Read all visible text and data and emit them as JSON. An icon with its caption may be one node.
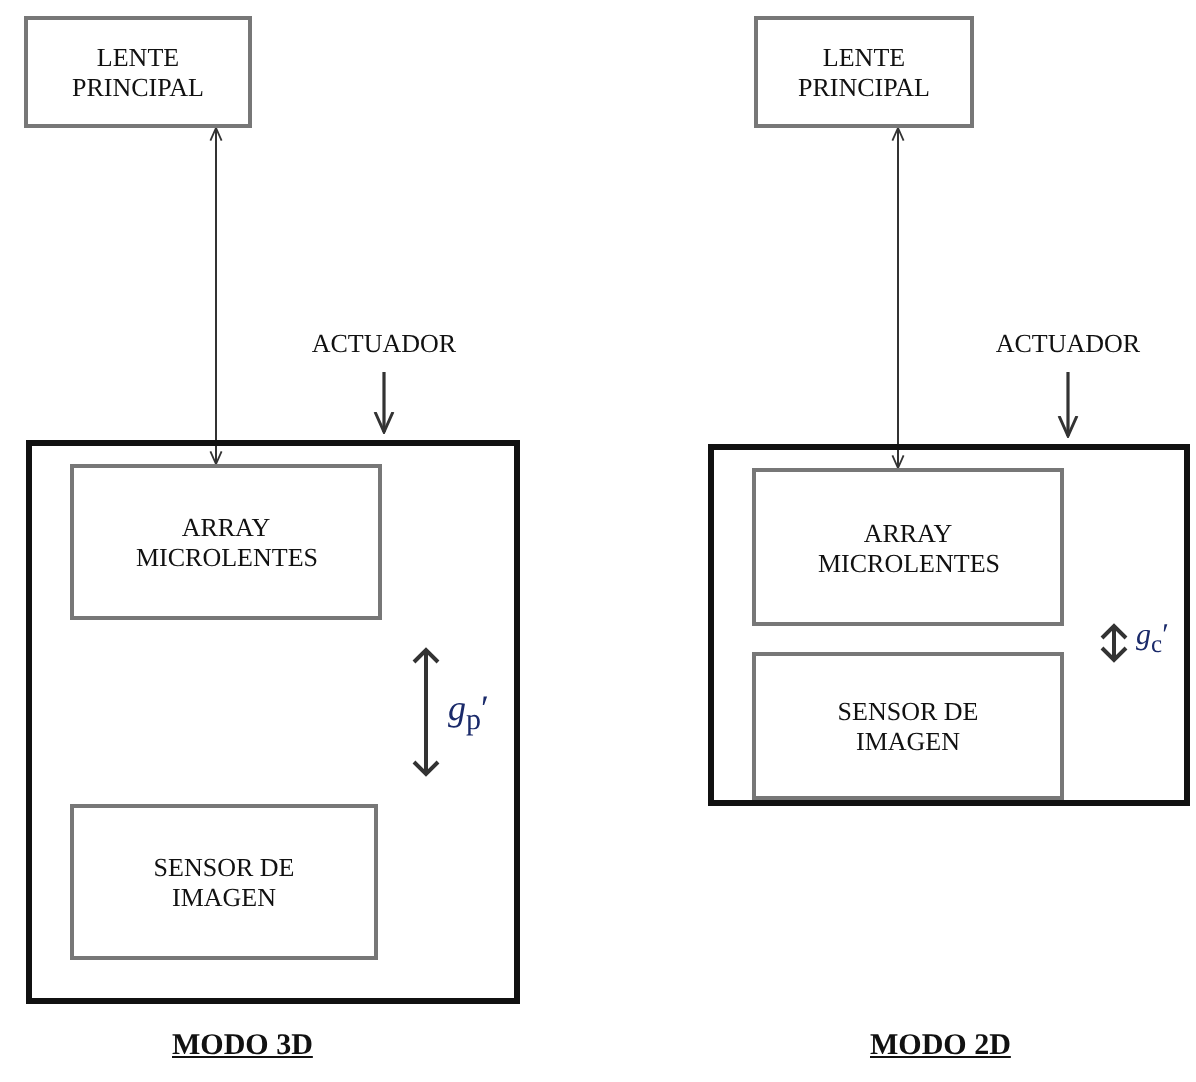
{
  "diagram": {
    "nodes": [
      {
        "text": [
          "LENTE PRINCIPAL"
        ]
      },
      {
        "text": [
          "ACTUADOR"
        ]
      },
      {
        "text": [],
        "shape": "box"
      },
      {
        "text": [
          "ARRAY MICROLENTES"
        ],
        "in": 2
      },
      {
        "text": [
          "SENSOR DE IMAGEN"
        ],
        "in": 2
      },
      {
        "text": [
          "LENTE PRINCIPAL"
        ]
      },
      {
        "text": [
          "ACTUADOR"
        ]
      },
      {
        "text": [],
        "shape": "box"
      },
      {
        "text": [
          "ARRAY MICROLENTES"
        ],
        "in": 7
      },
      {
        "text": [
          "SENSOR DE IMAGEN"
        ],
        "in": 7
      }
    ],
    "edges": [
      {
        "from": 0,
        "to": 3,
        "arrow": "both"
      },
      {
        "from": 1,
        "to": 2,
        "arrow": "to"
      },
      {
        "from": 5,
        "to": 8,
        "arrow": "both"
      },
      {
        "from": 6,
        "to": 7,
        "arrow": "to"
      }
    ],
    "labels": [
      "*g*$_{p}$′",
      "*g*$_{c}$′",
      "MODO 3D",
      "MODO 2D"
    ]
  }
}
